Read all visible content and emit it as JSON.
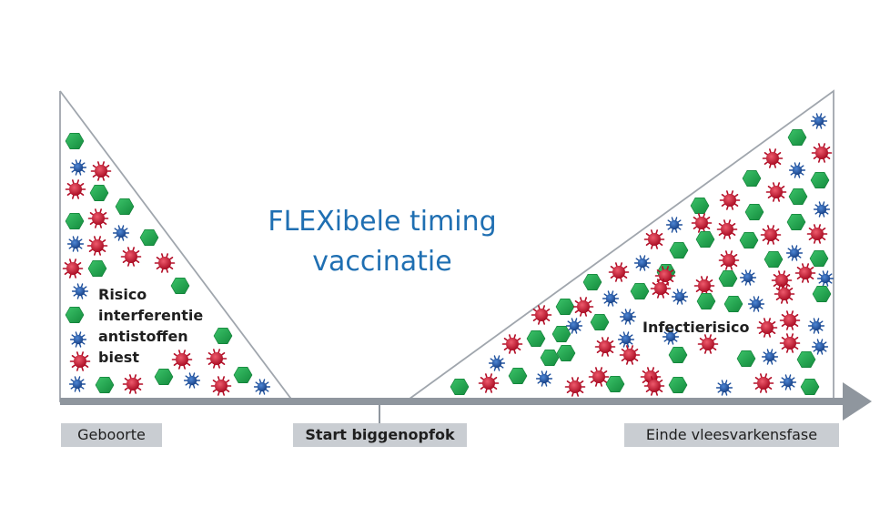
{
  "title": {
    "line1": "FLEXibele timing",
    "line2": "vaccinatie"
  },
  "left_zone": {
    "label_lines": [
      "Risico",
      "interferentie",
      "antistoffen",
      "biest"
    ]
  },
  "right_zone": {
    "label": "Infectierisico"
  },
  "timeline": {
    "labels": {
      "birth": "Geboorte",
      "start": "Start biggenopfok",
      "end": "Einde vleesvarkensfase"
    }
  },
  "colors": {
    "title": "#1f6fb2",
    "axis": "#8f969e",
    "outline": "#a0a6ad",
    "antibody_green": "#1e9e4a",
    "pathogen_red": "#c8102e",
    "pathogen_blue": "#1d4f9c",
    "label_bg": "#c9cdd2"
  },
  "icons": {
    "hexagon": "antibody-hexagon-icon",
    "red_particle": "red-virus-icon",
    "blue_particle": "blue-virus-icon"
  }
}
